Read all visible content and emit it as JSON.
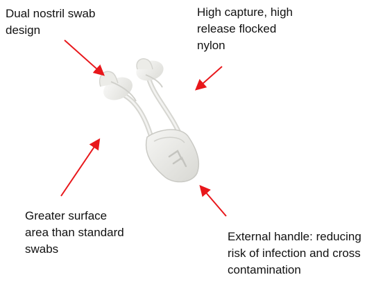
{
  "callouts": {
    "dual_nostril": "Dual nostril swab\ndesign",
    "high_capture": "High capture, high\nrelease flocked\nnylon",
    "surface_area": "Greater surface\narea than standard\nswabs",
    "external_handle": "External handle: reducing\nrisk of infection and cross\ncontamination"
  },
  "colors": {
    "arrow": "#e8171b",
    "text": "#111111",
    "swab_body": "#e9e9e6",
    "swab_shadow": "#c9c9c4"
  },
  "illustration": {
    "subject": "dual-nostril-swab-device",
    "icon": "swab-icon"
  }
}
